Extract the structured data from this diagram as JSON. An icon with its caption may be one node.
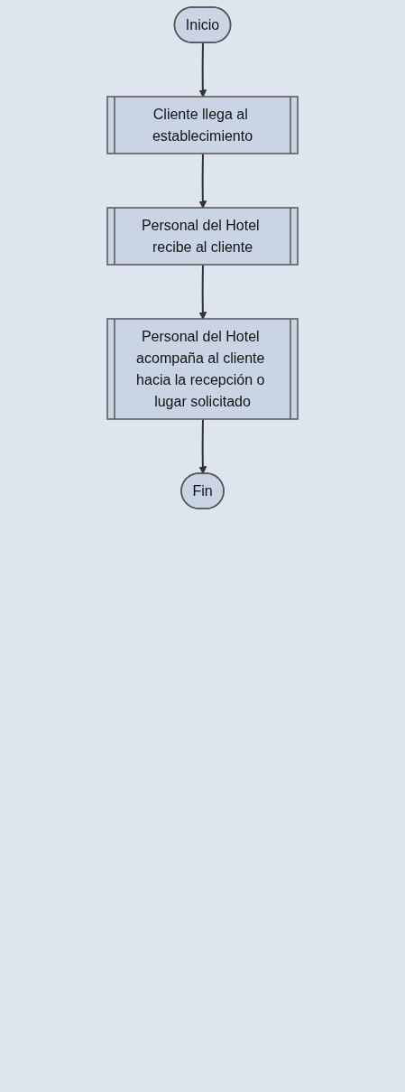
{
  "diagram": {
    "nodes": [
      {
        "text": [
          "Inicio"
        ]
      },
      {
        "text": [
          "Cliente llega al establecimiento"
        ]
      },
      {
        "text": [
          "Personal del Hotel recibe al cliente"
        ]
      },
      {
        "text": [
          "Personal del Hotel acompaña al cliente hacia la recepción o lugar solicitado"
        ]
      },
      {
        "text": [
          "Fin"
        ]
      }
    ],
    "edges": [
      {
        "from": 0,
        "to": 1,
        "arrow": "to"
      },
      {
        "from": 1,
        "to": 2,
        "arrow": "to"
      },
      {
        "from": 2,
        "to": 3,
        "arrow": "to"
      },
      {
        "from": 3,
        "to": 4,
        "arrow": "to"
      }
    ]
  }
}
